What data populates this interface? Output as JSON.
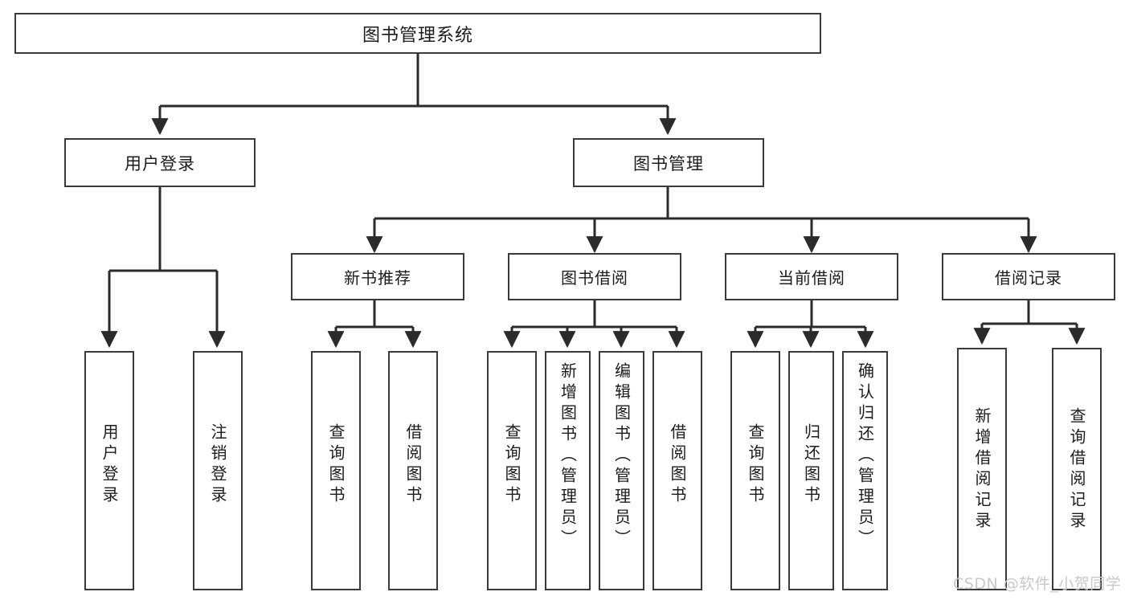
{
  "diagram": {
    "title": "图书管理系统",
    "type": "tree-hierarchy-diagram",
    "watermark": "CSDN @软件_小贺同学",
    "colors": {
      "box_border": "#3a3a3a",
      "box_fill": "#ffffff",
      "connector": "#2b2b2b",
      "text": "#1c1c1c",
      "watermark": "#c9c9c9",
      "background": "#ffffff"
    },
    "root": {
      "label": "图书管理系统"
    },
    "level1": [
      {
        "label": "用户登录"
      },
      {
        "label": "图书管理"
      }
    ],
    "level2": [
      {
        "label": "新书推荐"
      },
      {
        "label": "图书借阅"
      },
      {
        "label": "当前借阅"
      },
      {
        "label": "借阅记录"
      }
    ],
    "leaves": {
      "user_login": [
        {
          "label": "用户登录"
        },
        {
          "label": "注销登录"
        }
      ],
      "new_book_recommend": [
        {
          "label": "查询图书"
        },
        {
          "label": "借阅图书"
        }
      ],
      "book_borrow": [
        {
          "label": "查询图书"
        },
        {
          "label": "新增图书（管理员）"
        },
        {
          "label": "编辑图书（管理员）"
        },
        {
          "label": "借阅图书"
        }
      ],
      "current_borrow": [
        {
          "label": "查询图书"
        },
        {
          "label": "归还图书"
        },
        {
          "label": "确认归还（管理员）"
        }
      ],
      "borrow_record": [
        {
          "label": "新增借阅记录"
        },
        {
          "label": "查询借阅记录"
        }
      ]
    }
  }
}
